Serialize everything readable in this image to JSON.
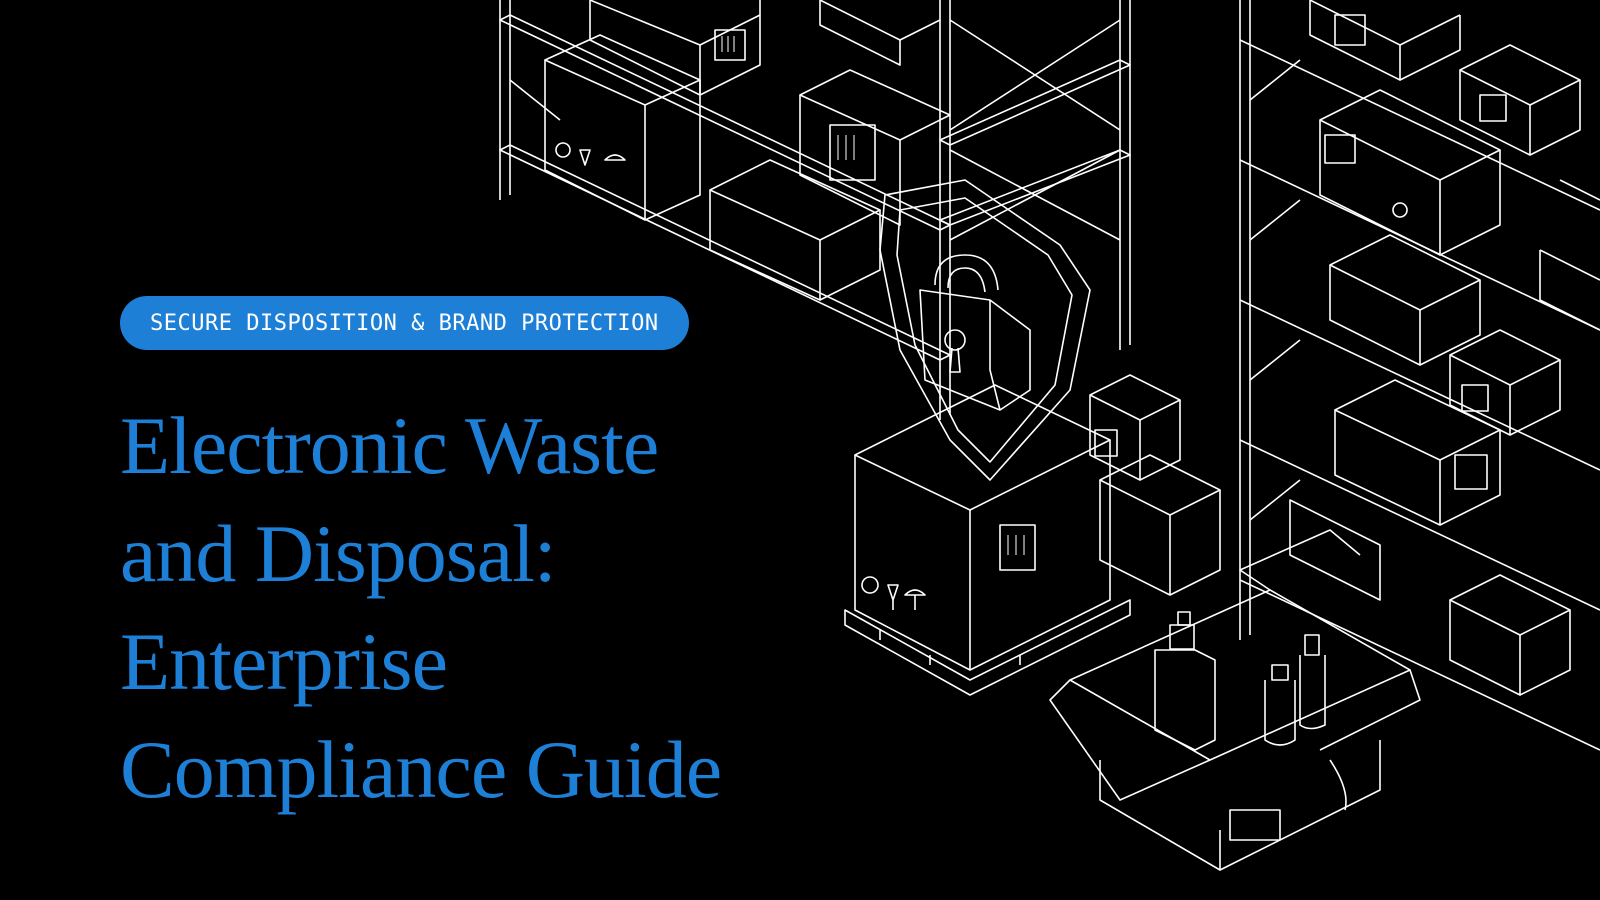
{
  "badge": {
    "label": "SECURE DISPOSITION & BRAND PROTECTION"
  },
  "title": {
    "lines": [
      "Electronic Waste",
      "and Disposal:",
      "Enterprise",
      "Compliance Guide"
    ]
  },
  "colors": {
    "background": "#000000",
    "accent": "#1e7fd6",
    "line_art": "#ffffff"
  },
  "illustration": {
    "subject": "isometric warehouse shelving with boxes, shield with padlock, open box with bottles",
    "icons": [
      "shield-icon",
      "padlock-icon",
      "box-icon",
      "recycle-icon",
      "fragile-glass-icon",
      "umbrella-icon",
      "barcode-icon",
      "bottle-icon"
    ]
  }
}
